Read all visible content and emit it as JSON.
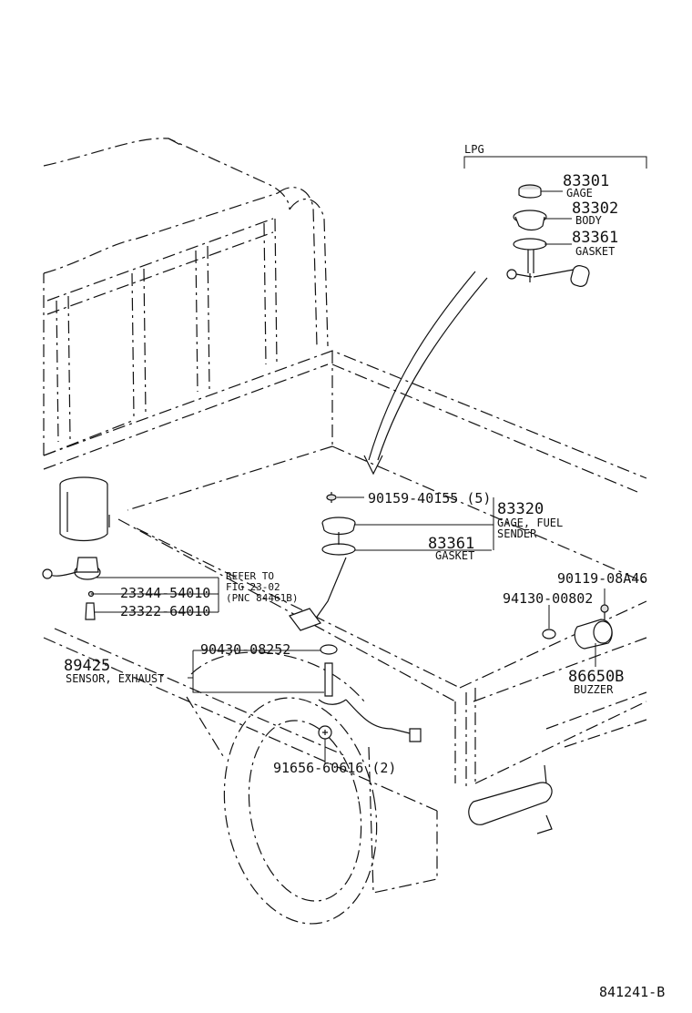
{
  "figure_code": "841241-B",
  "lpg": {
    "title": "LPG",
    "gage": {
      "number": "83301",
      "name": "GAGE"
    },
    "body": {
      "number": "83302",
      "name": "BODY"
    },
    "gasket": {
      "number": "83361",
      "name": "GASKET"
    }
  },
  "sender": {
    "screw": "90159-40155 (5)",
    "number": "83320",
    "name_line1": "GAGE, FUEL",
    "name_line2": "SENDER",
    "gasket_number": "83361",
    "gasket_name": "GASKET"
  },
  "sensor_group": {
    "part_a": "23344-54010",
    "part_b": "23322-64010",
    "refer_line1": "REFER TO",
    "refer_line2": "FIG 23-02",
    "refer_line3": "(PNC 84461B)"
  },
  "exhaust_sensor": {
    "number": "89425",
    "name": "SENSOR, EXHAUST"
  },
  "grommet": "90430-08252",
  "clip": "91656-60616 (2)",
  "buzzer_group": {
    "bolt": "90119-08A46",
    "nut": "94130-00802",
    "number": "86650B",
    "name": "BUZZER"
  }
}
